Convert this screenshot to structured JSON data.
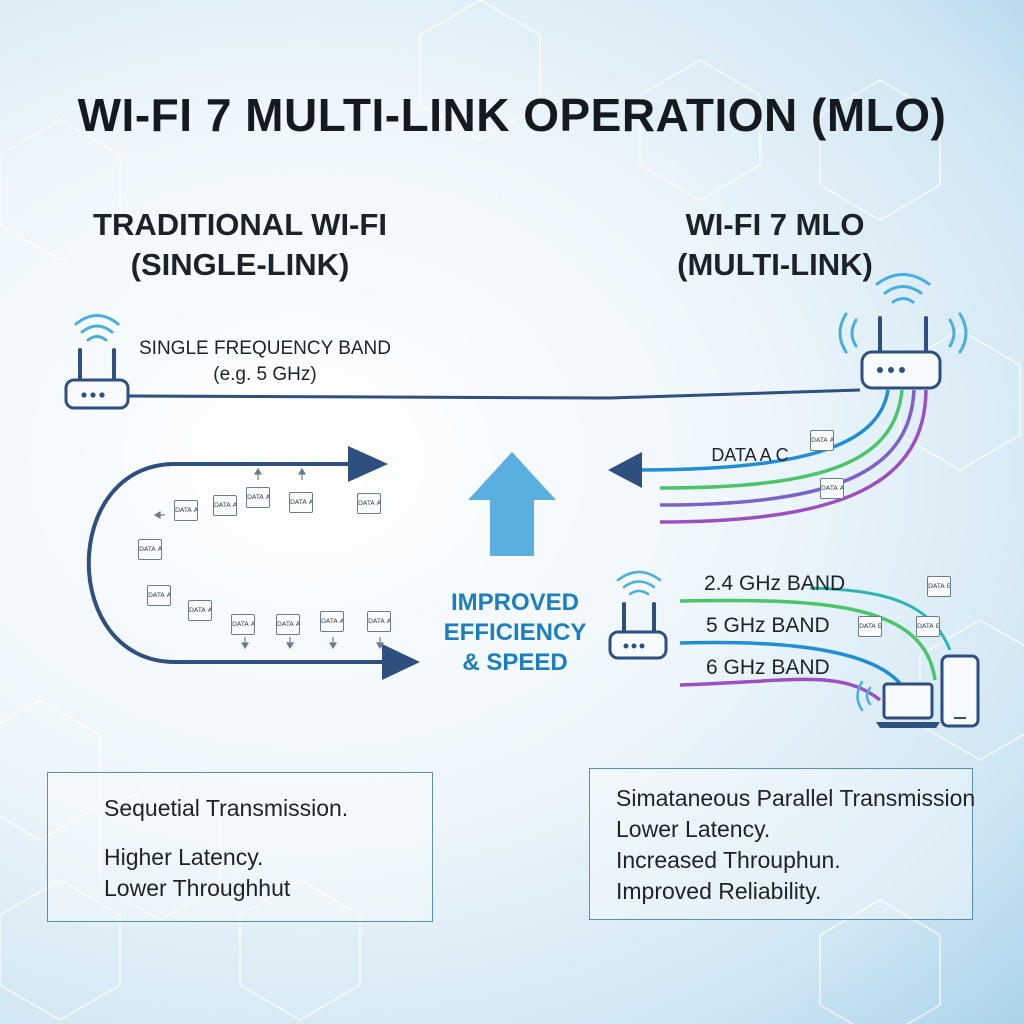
{
  "title": "WI-FI 7 MULTI-LINK OPERATION (MLO)",
  "left": {
    "heading_line1": "TRADITIONAL WI-FI",
    "heading_line2": "(SINGLE-LINK)",
    "band_line1": "SINGLE FREQUENCY BAND",
    "band_line2": "(e.g. 5 GHz)",
    "packets": [
      "DATA A",
      "DATA A",
      "DATA A",
      "DATA A",
      "DATA A",
      "DATA A",
      "DATA A",
      "DATA A",
      "DATA A",
      "DATA A",
      "DATA A",
      "DATA A"
    ],
    "info_lines": [
      "Sequetial Transmission.",
      "Higher Latency.",
      "Lower Throughhut"
    ]
  },
  "right": {
    "heading_line1": "WI-FI 7 MLO",
    "heading_line2": "(MULTI-LINK)",
    "data_label": "DATA A C",
    "packets": [
      "DATA A",
      "DATA A",
      "DATA E",
      "DATA E",
      "DATA E"
    ],
    "bands": [
      "2.4 GHz BAND",
      "5 GHz BAND",
      "6 GHz BAND"
    ],
    "info_lines": [
      "Simataneous Parallel Transmission",
      "Lower Latency.",
      "Increased Throuphun.",
      "Improved Reliability."
    ]
  },
  "center": {
    "line1": "IMPROVED",
    "line2": "EFFICIENCY",
    "line3": "& SPEED"
  },
  "colors": {
    "band_24": "#4bc46a",
    "band_5": "#1f8ed6",
    "band_6": "#9b4fc0",
    "band_teal": "#2bb5b0",
    "navy_arrow": "#2f4f7f",
    "up_arrow": "#5aaee0",
    "accent_text": "#1d7fc0"
  },
  "icons": [
    "router-icon",
    "wifi-signal-icon",
    "laptop-icon",
    "smartphone-icon",
    "up-arrow-icon"
  ]
}
